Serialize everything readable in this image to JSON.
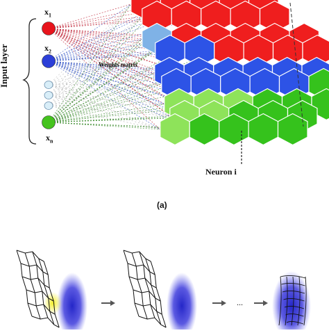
{
  "panel_a": {
    "input_layer_label": "Input layer",
    "inputs": [
      {
        "name": "x",
        "sub": "1",
        "color": "#e8141c"
      },
      {
        "name": "x",
        "sub": "2",
        "color": "#2c3fd8"
      },
      {
        "name": "x",
        "sub": "n",
        "color": "#45c31e"
      }
    ],
    "placeholder_color": "#d9eef8",
    "weights_label": "Weights matrix",
    "neuron_label": "Neuron i",
    "caption": "(a)",
    "grid_colors": {
      "red": "#ef1e1e",
      "blue": "#2d53e6",
      "light_blue": "#7fb2e6",
      "light_green": "#8ee35a",
      "green": "#35c21c"
    }
  },
  "panel_b": {
    "ellipsis": "..."
  }
}
